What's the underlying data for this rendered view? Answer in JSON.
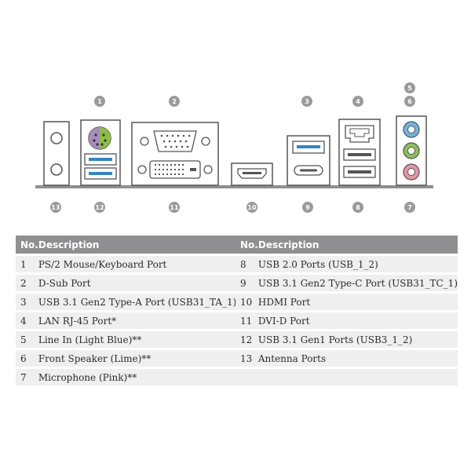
{
  "callouts": [
    {
      "id": "c1",
      "label": "1"
    },
    {
      "id": "c2",
      "label": "2"
    },
    {
      "id": "c3",
      "label": "3"
    },
    {
      "id": "c4",
      "label": "4"
    },
    {
      "id": "c5",
      "label": "5"
    },
    {
      "id": "c6",
      "label": "6"
    },
    {
      "id": "c7",
      "label": "7"
    },
    {
      "id": "c8",
      "label": "8"
    },
    {
      "id": "c9",
      "label": "9"
    },
    {
      "id": "c10",
      "label": "10"
    },
    {
      "id": "c11",
      "label": "11"
    },
    {
      "id": "c12",
      "label": "12"
    },
    {
      "id": "c13",
      "label": "13"
    }
  ],
  "table": {
    "header_no": "No.",
    "header_desc": "Description",
    "left_rows": [
      {
        "no": "1",
        "desc": "PS/2 Mouse/Keyboard Port"
      },
      {
        "no": "2",
        "desc": "D-Sub Port"
      },
      {
        "no": "3",
        "desc": "USB 3.1 Gen2 Type-A Port (USB31_TA_1)"
      },
      {
        "no": "4",
        "desc": "LAN RJ-45 Port*"
      },
      {
        "no": "5",
        "desc": "Line In (Light Blue)**"
      },
      {
        "no": "6",
        "desc": "Front Speaker (Lime)**"
      },
      {
        "no": "7",
        "desc": "Microphone (Pink)**"
      }
    ],
    "right_rows": [
      {
        "no": "8",
        "desc": "USB 2.0 Ports (USB_1_2)"
      },
      {
        "no": "9",
        "desc": "USB 3.1 Gen2 Type-C Port (USB31_TC_1)"
      },
      {
        "no": "10",
        "desc": "HDMI Port"
      },
      {
        "no": "11",
        "desc": "DVI-D Port"
      },
      {
        "no": "12",
        "desc": "USB 3.1 Gen1 Ports (USB3_1_2)"
      },
      {
        "no": "13",
        "desc": "Antenna Ports"
      },
      {
        "no": "",
        "desc": ""
      }
    ]
  },
  "colors": {
    "baseline": "#8f8f91",
    "usb3_blue": "#2f86cc",
    "ps2_purple": "#a98bc0",
    "ps2_green": "#8bbf45",
    "line_in_blue": "#6cb6e0",
    "speaker_lime": "#8cc153",
    "mic_pink": "#e694a6",
    "callout": "#9a9a9c"
  }
}
